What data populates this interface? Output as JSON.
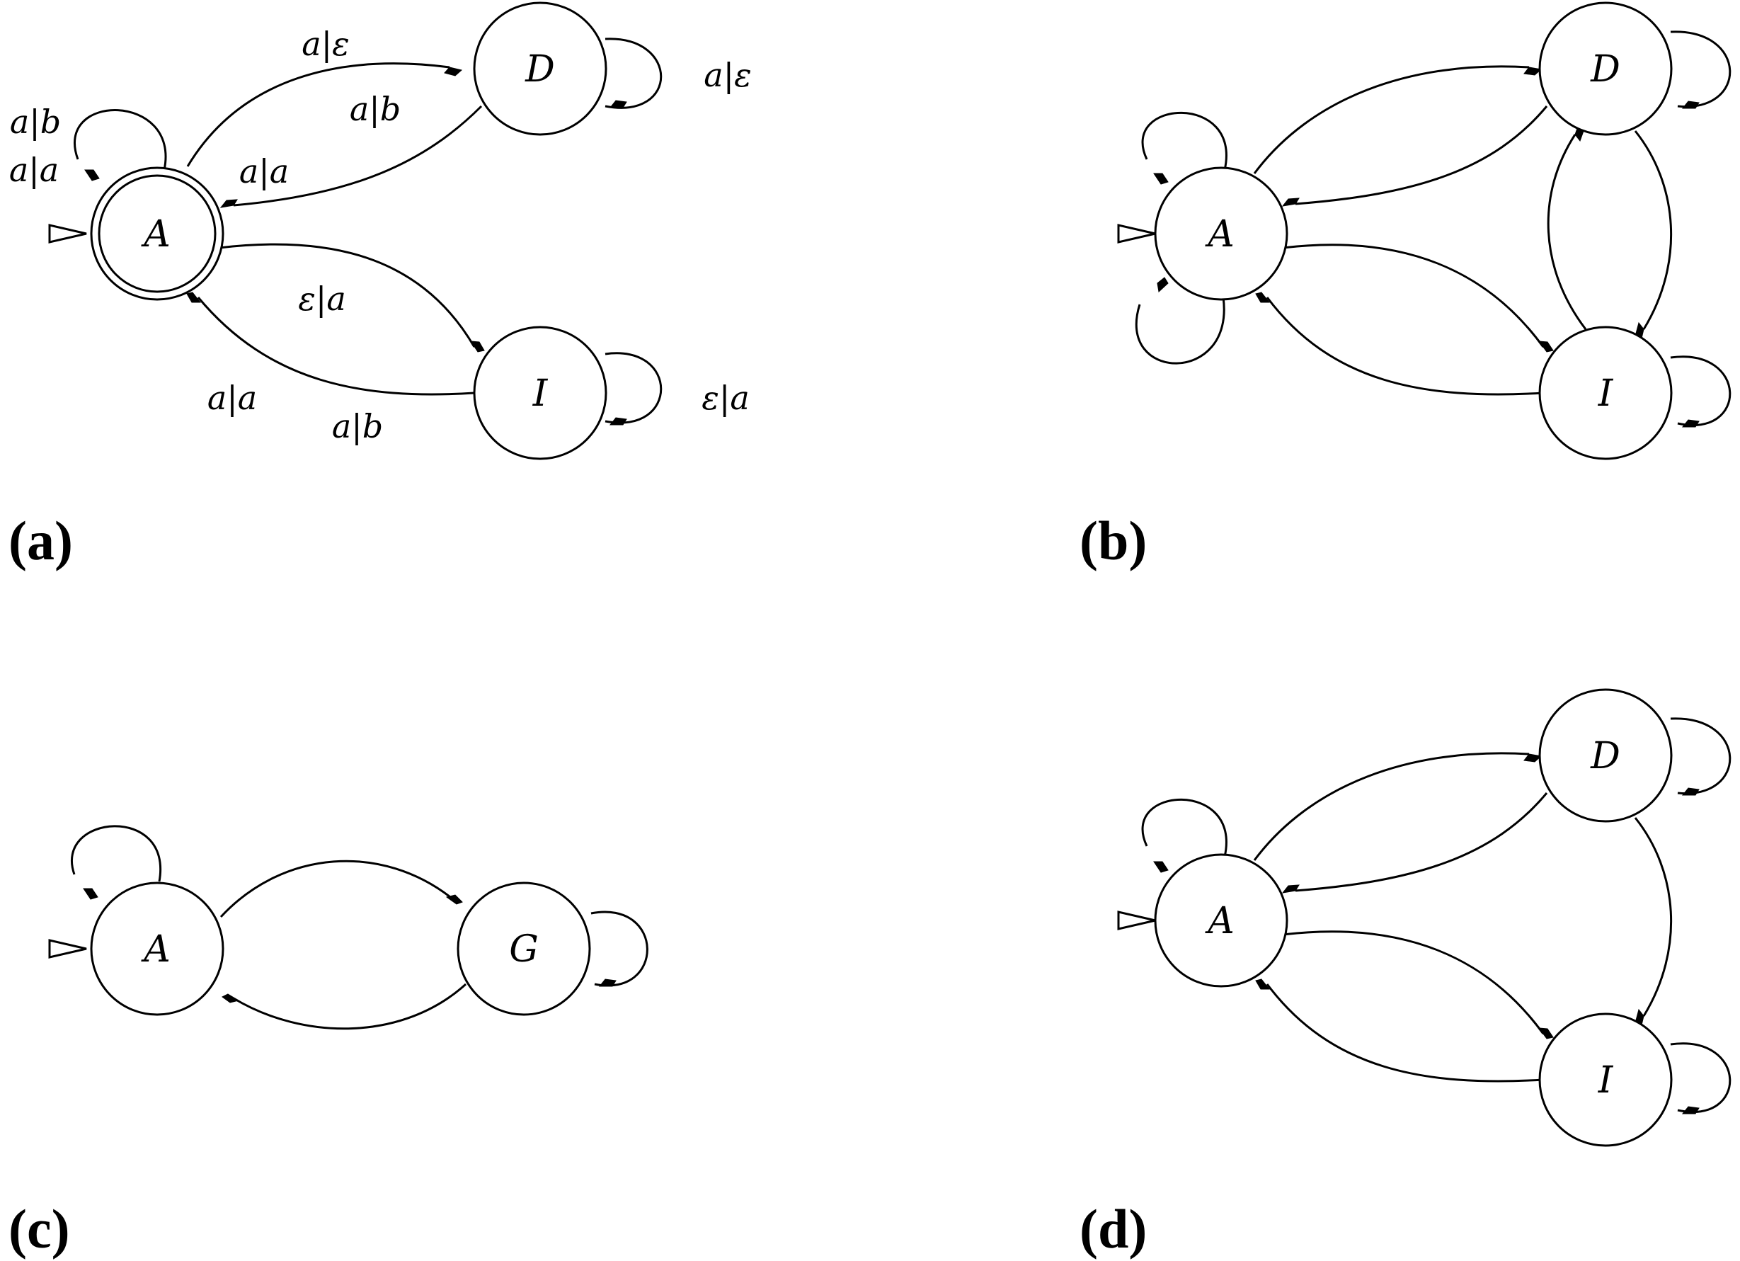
{
  "panels": {
    "a": {
      "label": "(a)",
      "nodes": {
        "A": "A",
        "D": "D",
        "I": "I"
      },
      "edge_labels": {
        "A_to_D": "a|ε",
        "D_to_A": "a|b",
        "D_to_A_2": "a|a",
        "D_loop": "a|ε",
        "A_loop_1": "a|b",
        "A_loop_2": "a|a",
        "A_to_I": "ε|a",
        "I_to_A": "a|a",
        "I_to_A_2": "a|b",
        "I_loop": "ε|a"
      }
    },
    "b": {
      "label": "(b)",
      "nodes": {
        "A": "A",
        "D": "D",
        "I": "I"
      }
    },
    "c": {
      "label": "(c)",
      "nodes": {
        "A": "A",
        "G": "G"
      }
    },
    "d": {
      "label": "(d)",
      "nodes": {
        "A": "A",
        "D": "D",
        "I": "I"
      }
    }
  }
}
